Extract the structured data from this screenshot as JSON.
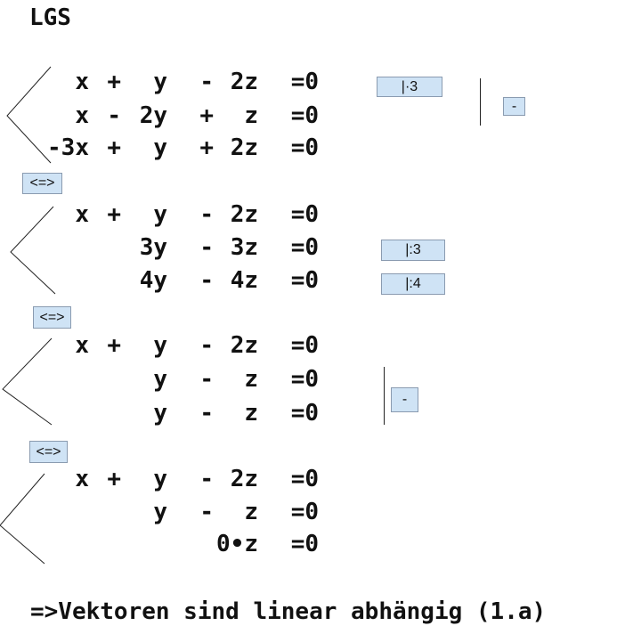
{
  "title": "LGS",
  "systems": [
    {
      "rows": [
        [
          "x",
          "+",
          "y",
          "-",
          "2z",
          "=0"
        ],
        [
          "x",
          "-",
          "2y",
          "+",
          "z",
          "=0"
        ],
        [
          "-3x",
          "+",
          "y",
          "+",
          "2z",
          "=0"
        ]
      ]
    },
    {
      "rows": [
        [
          "x",
          "+",
          "y",
          "-",
          "2z",
          "=0"
        ],
        [
          "",
          "",
          "3y",
          "-",
          "3z",
          "=0"
        ],
        [
          "",
          "",
          "4y",
          "-",
          "4z",
          "=0"
        ]
      ]
    },
    {
      "rows": [
        [
          "x",
          "+",
          "y",
          "-",
          "2z",
          "=0"
        ],
        [
          "",
          "",
          "y",
          "-",
          "z",
          "=0"
        ],
        [
          "",
          "",
          "y",
          "-",
          "z",
          "=0"
        ]
      ]
    },
    {
      "rows": [
        [
          "x",
          "+",
          "y",
          "-",
          "2z",
          "=0"
        ],
        [
          "",
          "",
          "y",
          "-",
          "z",
          "=0"
        ],
        [
          "",
          "",
          "",
          "",
          "0•z",
          "=0"
        ]
      ]
    }
  ],
  "buttons": {
    "mul3": "|·3",
    "minus1": "-",
    "equiv1": "<=>",
    "div3": "|:3",
    "div4": "|:4",
    "equiv2": "<=>",
    "minus2": "-",
    "equiv3": "<=>"
  },
  "conclusion": "=>Vektoren sind linear abhängig (1.a)"
}
